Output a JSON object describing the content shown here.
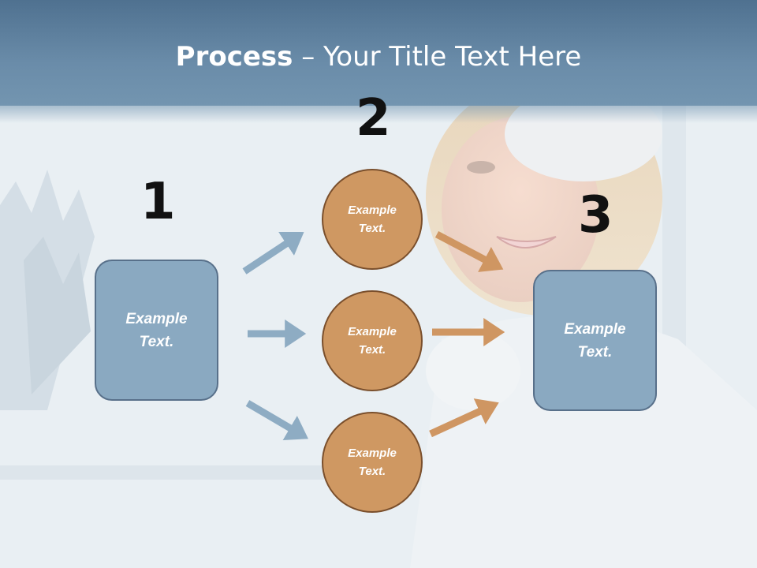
{
  "title": {
    "bold": "Process",
    "separator": " – ",
    "rest": "Your Title Text Here"
  },
  "steps": [
    {
      "number": "1",
      "label": "Example Text."
    },
    {
      "number": "2",
      "items": [
        "Example Text.",
        "Example Text.",
        "Example Text."
      ]
    },
    {
      "number": "3",
      "label": "Example Text."
    }
  ],
  "colors": {
    "blue_box": "#8aa9c1",
    "orange_circle": "#cf9862",
    "blue_arrow": "#8eacc3",
    "orange_arrow": "#cf9662",
    "title_bar": "#5f82a0"
  }
}
